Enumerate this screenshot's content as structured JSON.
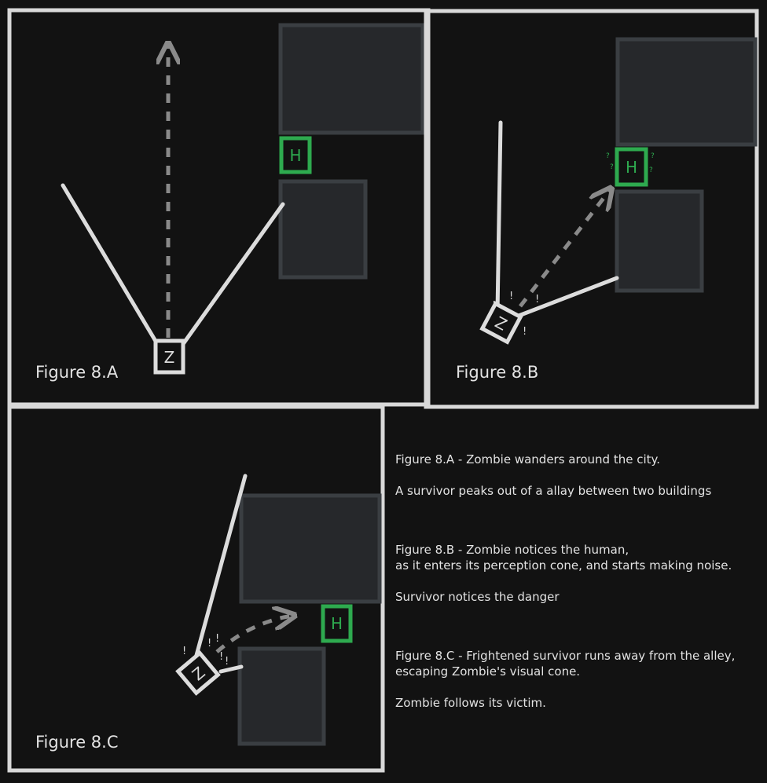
{
  "panels": [
    {
      "id": "a",
      "label": "Figure 8.A"
    },
    {
      "id": "b",
      "label": "Figure 8.B"
    },
    {
      "id": "c",
      "label": "Figure 8.C"
    }
  ],
  "units": {
    "zombie": "Z",
    "human": "H"
  },
  "marks": {
    "alert": "!",
    "question": "?"
  },
  "description": [
    "Figure 8.A - Zombie wanders around the city.",
    "A survivor peaks out of a allay between two buildings",
    "Figure 8.B - Zombie notices the human,",
    "as it enters its perception cone, and starts making noise.",
    "Survivor notices the danger",
    "Figure 8.C - Frightened survivor runs away from the alley,",
    "escaping Zombie's visual cone.",
    "Zombie follows its victim."
  ],
  "colors": {
    "background": "#121212",
    "frame": "#d9d9d9",
    "building_fill": "#26282b",
    "building_stroke": "#3a3e42",
    "human": "#2eaa4f",
    "zombie": "#dddddd",
    "path": "#8a8a8a",
    "text": "#e3e3e3"
  }
}
